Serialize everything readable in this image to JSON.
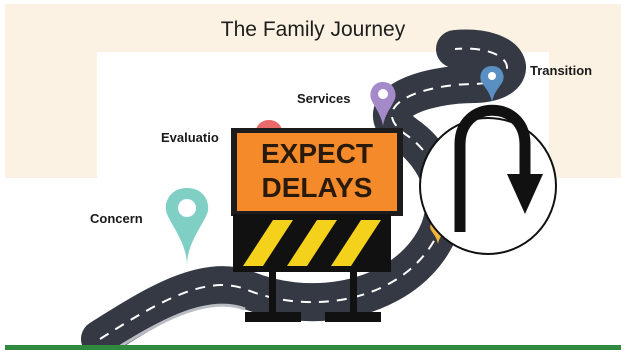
{
  "slide": {
    "title": "The Family Journey",
    "stops": {
      "concern": "Concern",
      "evaluation": "Evaluatio",
      "services": "Services",
      "transition": "Transition"
    },
    "sign": {
      "line1": "EXPECT",
      "line2": "DELAYS"
    },
    "u_turn_icon": "u-turn-icon"
  },
  "colors": {
    "background": "#fcf2e3",
    "sign_orange": "#f48a2a",
    "road": "#333840",
    "accent_bar": "#2f8a3f"
  }
}
